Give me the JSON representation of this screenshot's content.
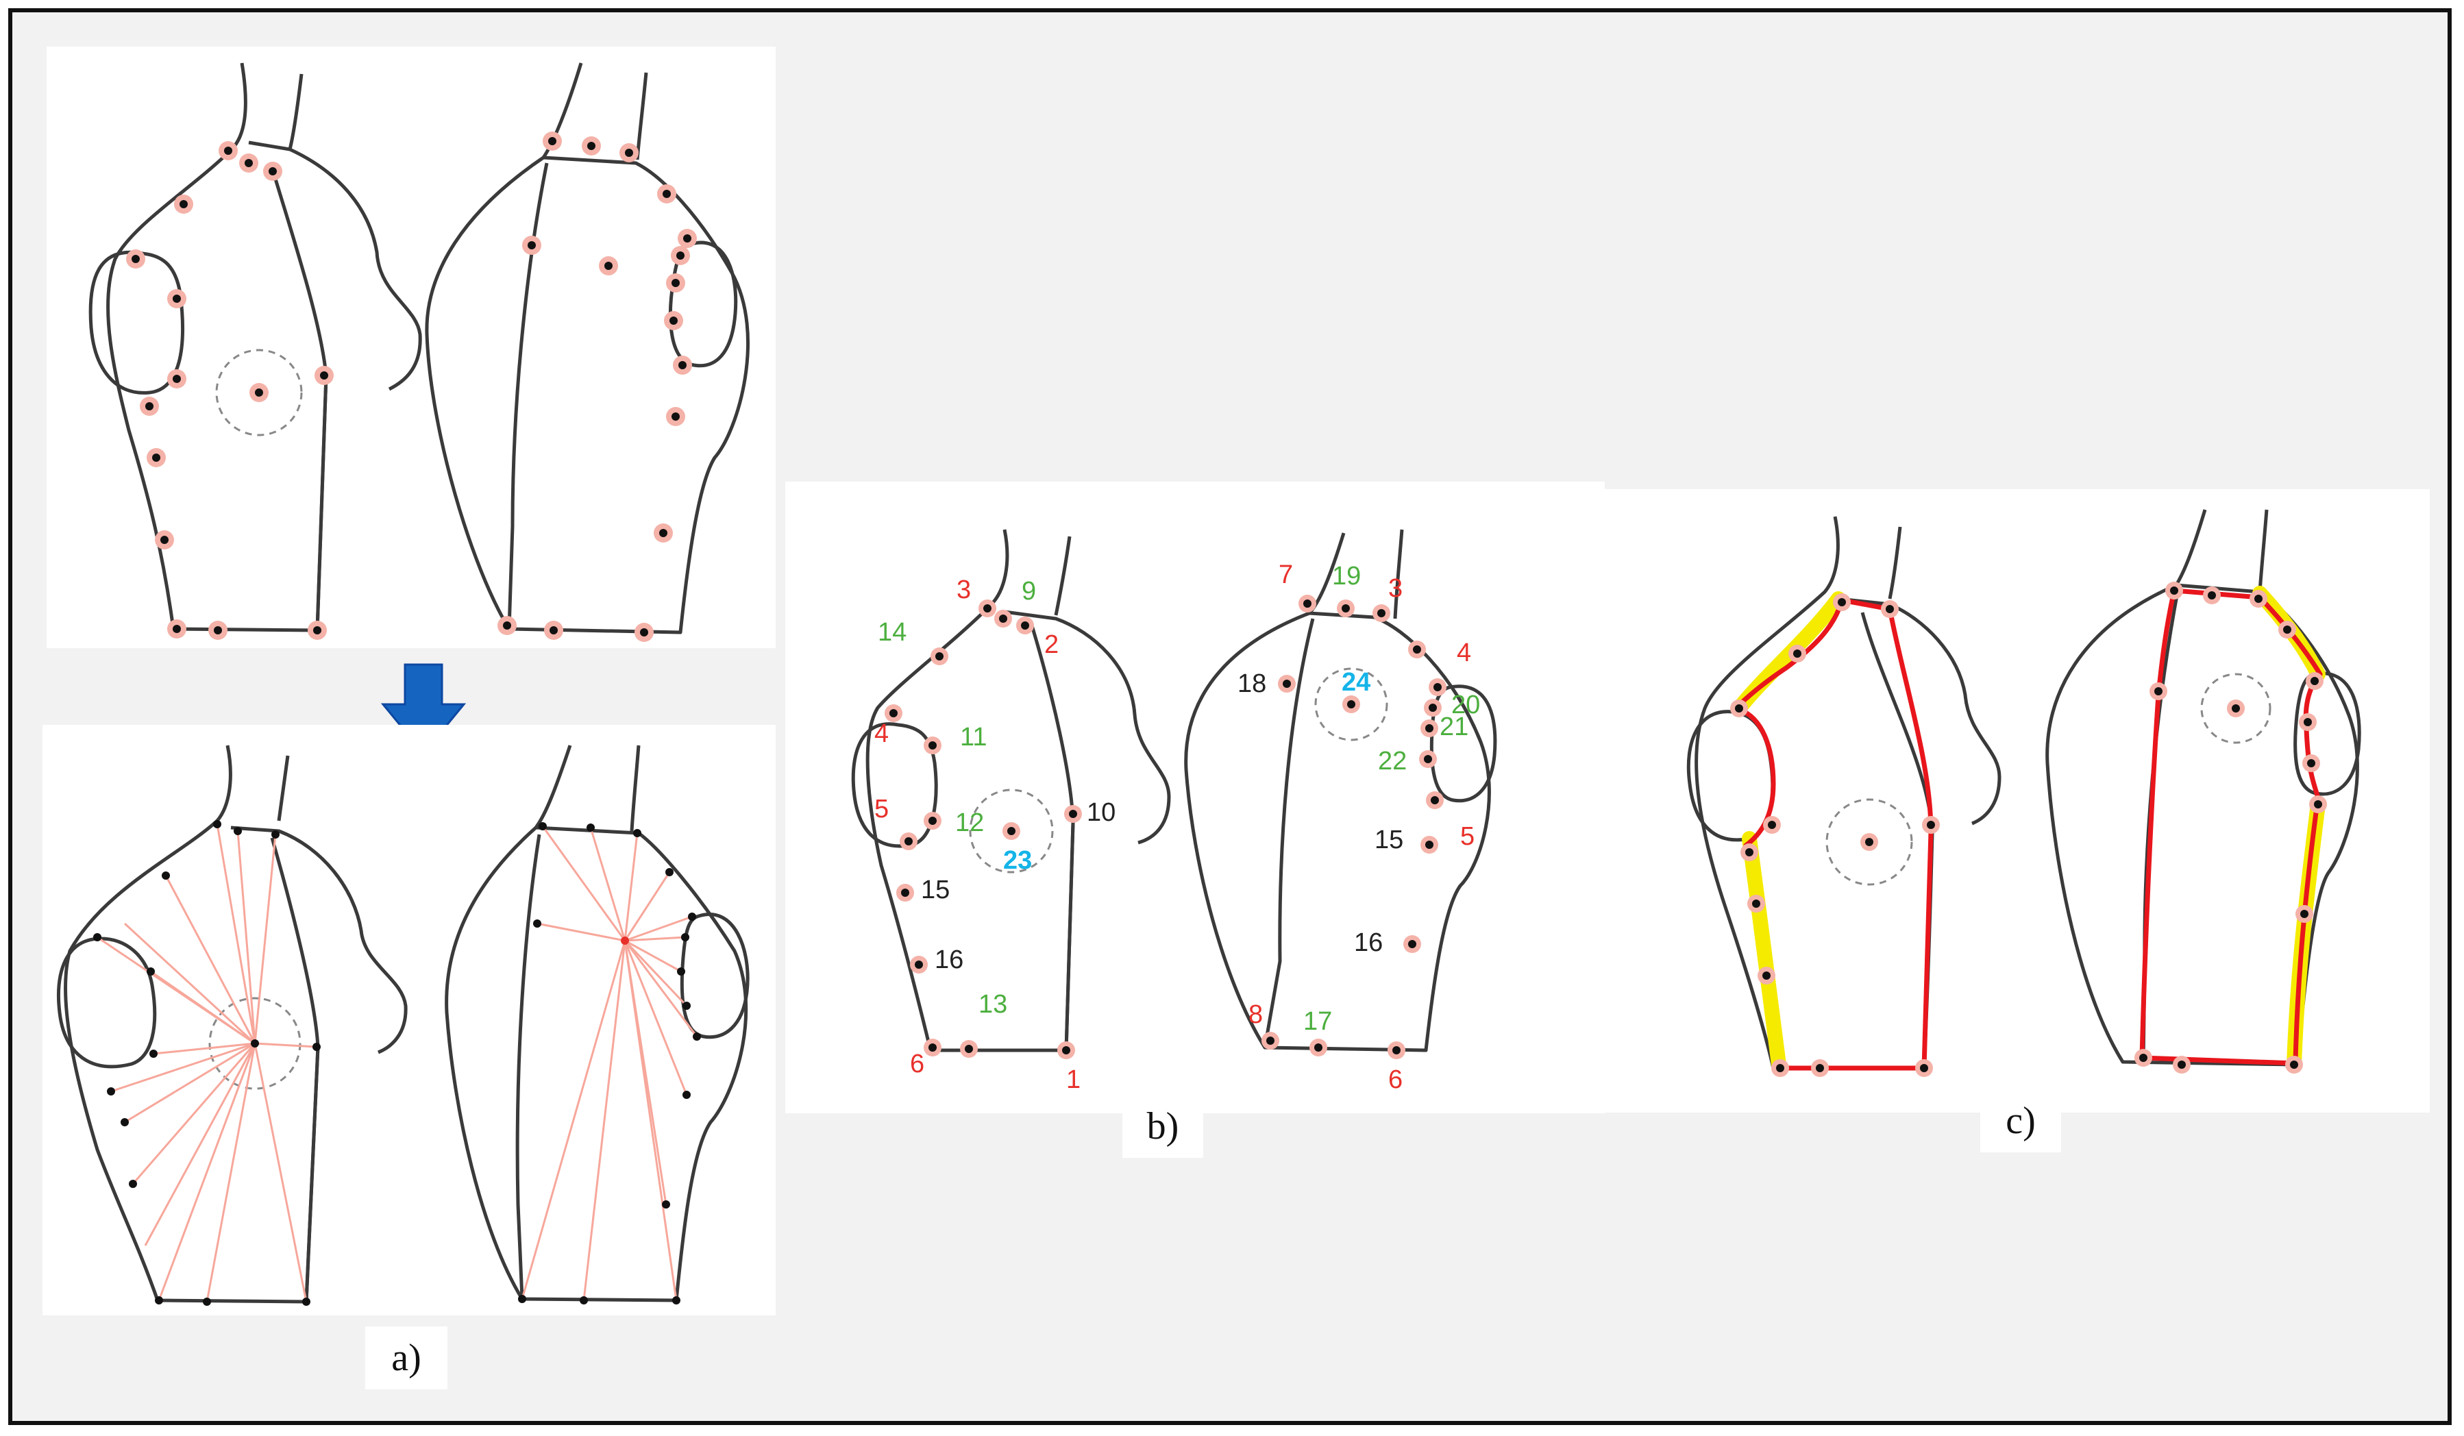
{
  "colors": {
    "outline": "#3a3a3a",
    "landmark_halo": "#f4b2a8",
    "landmark_dot": "#111111",
    "ray": "#f7a79b",
    "arrow": "#1565c0",
    "label_red": "#e8302a",
    "label_green": "#4caf3e",
    "label_black": "#222222",
    "label_cyan": "#14b4e8",
    "contour_red": "#e8161c",
    "contour_yellow": "#f5eb00"
  },
  "captions": {
    "a": "a)",
    "b": "b)",
    "c": "c)"
  },
  "panel_b_labels": {
    "front": [
      {
        "text": "3",
        "color": "red"
      },
      {
        "text": "9",
        "color": "green"
      },
      {
        "text": "14",
        "color": "green"
      },
      {
        "text": "2",
        "color": "red"
      },
      {
        "text": "4",
        "color": "red"
      },
      {
        "text": "11",
        "color": "green"
      },
      {
        "text": "5",
        "color": "red"
      },
      {
        "text": "12",
        "color": "green"
      },
      {
        "text": "23",
        "color": "cyan"
      },
      {
        "text": "10",
        "color": "black"
      },
      {
        "text": "15",
        "color": "black"
      },
      {
        "text": "16",
        "color": "black"
      },
      {
        "text": "13",
        "color": "green"
      },
      {
        "text": "6",
        "color": "red"
      },
      {
        "text": "1",
        "color": "red"
      }
    ],
    "back": [
      {
        "text": "7",
        "color": "red"
      },
      {
        "text": "19",
        "color": "green"
      },
      {
        "text": "3",
        "color": "red"
      },
      {
        "text": "4",
        "color": "red"
      },
      {
        "text": "18",
        "color": "black"
      },
      {
        "text": "24",
        "color": "cyan"
      },
      {
        "text": "20",
        "color": "green"
      },
      {
        "text": "21",
        "color": "green"
      },
      {
        "text": "22",
        "color": "green"
      },
      {
        "text": "5",
        "color": "red"
      },
      {
        "text": "15",
        "color": "black"
      },
      {
        "text": "16",
        "color": "black"
      },
      {
        "text": "8",
        "color": "red"
      },
      {
        "text": "17",
        "color": "green"
      },
      {
        "text": "6",
        "color": "red"
      }
    ]
  }
}
